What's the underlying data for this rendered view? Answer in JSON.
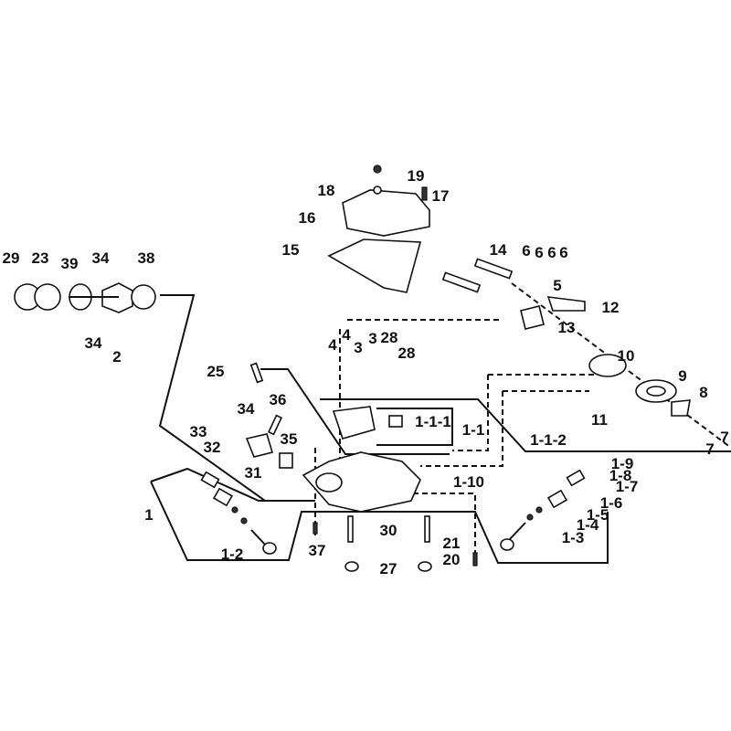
{
  "title": "Cylinder head exploded parts diagram",
  "labels": [
    "19",
    "18",
    "17",
    "16",
    "15",
    "14",
    "6",
    "6",
    "6",
    "6",
    "5",
    "12",
    "13",
    "10",
    "9",
    "8",
    "11",
    "7",
    "7",
    "29",
    "23",
    "39",
    "34",
    "38",
    "34",
    "2",
    "25",
    "4",
    "4",
    "3",
    "3",
    "28",
    "28",
    "36",
    "34",
    "33",
    "35",
    "32",
    "31",
    "1-1-1",
    "1-1",
    "1-1-2",
    "1-9",
    "1-8",
    "1-7",
    "1-10",
    "1-6",
    "1-5",
    "1-4",
    "1-3",
    "1",
    "1-2",
    "37",
    "30",
    "21",
    "20",
    "27"
  ]
}
